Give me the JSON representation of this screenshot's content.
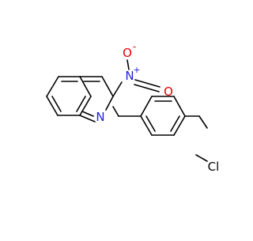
{
  "molecule": {
    "atoms": {
      "nitrogen_ring": {
        "label": "N",
        "color": "#1f1fd6"
      },
      "nitro_nitrogen": {
        "label": "N",
        "charge": "+",
        "color": "#1f1fd6"
      },
      "nitro_oxygen_top": {
        "label": "O",
        "charge": "-",
        "color": "#e00000"
      },
      "nitro_oxygen_bottom": {
        "label": "O",
        "color": "#e00000"
      },
      "chlorine": {
        "label": "Cl",
        "color": "#000000"
      }
    },
    "bond_color": "#000000"
  }
}
